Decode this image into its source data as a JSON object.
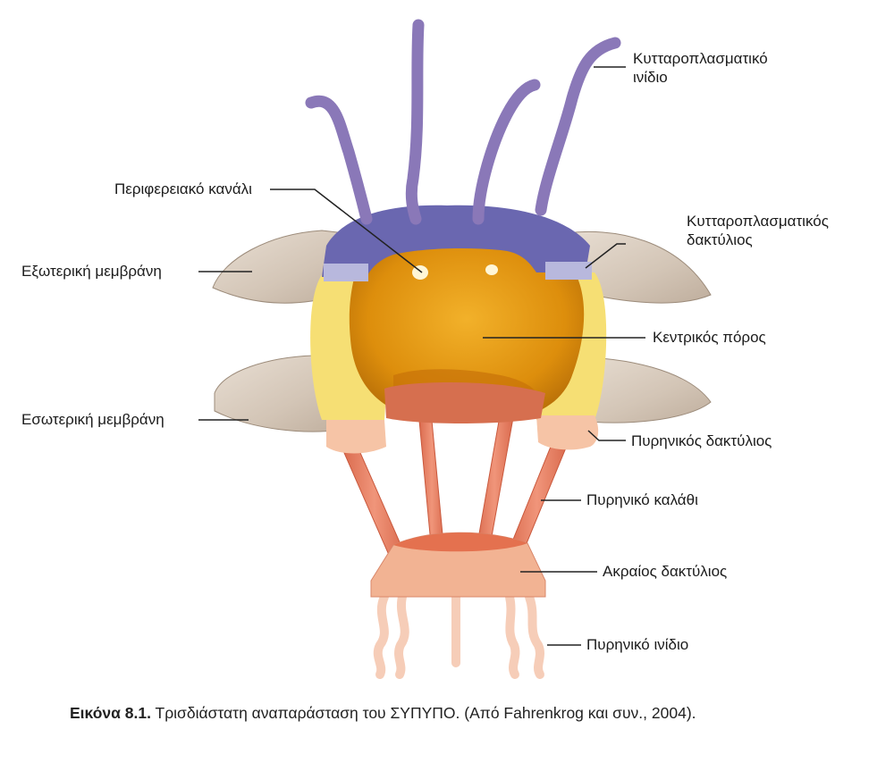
{
  "labels": {
    "cytoplasmic_filament": [
      "Κυτταροπλασματικό",
      "ινίδιο"
    ],
    "peripheral_channel": "Περιφερειακό κανάλι",
    "cytoplasmic_ring": [
      "Κυτταροπλασματικός",
      "δακτύλιος"
    ],
    "outer_membrane": "Εξωτερική μεμβράνη",
    "central_pore": "Κεντρικός πόρος",
    "inner_membrane": "Εσωτερική μεμβράνη",
    "nuclear_ring": "Πυρηνικός δακτύλιος",
    "nuclear_basket": "Πυρηνικό καλάθι",
    "distal_ring": "Ακραίος δακτύλιος",
    "nuclear_filament": "Πυρηνικό ινίδιο"
  },
  "caption": {
    "number": "Εικόνα 8.1.",
    "text": " Τρισδιάστατη αναπαράσταση του ΣΥΠΥΠΟ. (Από Fahrenkrog και συν., 2004)."
  },
  "colors": {
    "filament_purple": "#8a78b8",
    "cytoplasmic_ring": "#6a67b0",
    "central_core": "#e3960f",
    "yellow_body": "#f6df74",
    "membrane": "#ddd2c6",
    "basket_salmon": "#e8876a",
    "distal_ring": "#f2b393"
  }
}
